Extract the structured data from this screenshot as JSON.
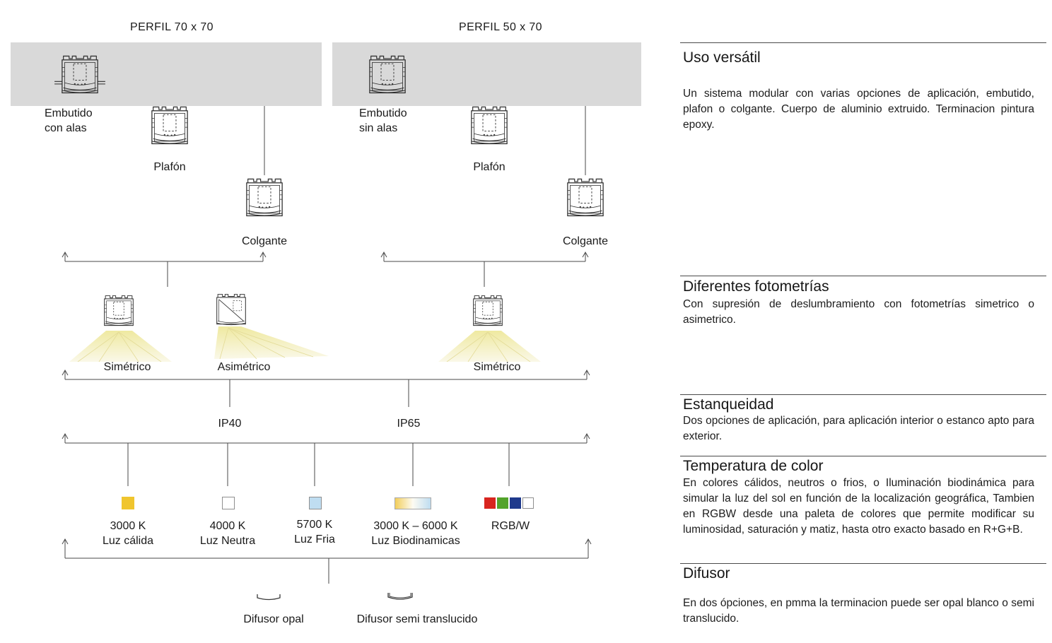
{
  "diagram": {
    "col1": {
      "title": "PERFIL 70 x 70",
      "embutido": {
        "line1": "Embutido",
        "line2": "con alas"
      },
      "plafon": "Plafón",
      "colgante": "Colgante",
      "sym": "Simétrico",
      "asym": "Asimétrico"
    },
    "col2": {
      "title": "PERFIL 50 x 70",
      "embutido": {
        "line1": "Embutido",
        "line2": "sin alas"
      },
      "plafon": "Plafón",
      "colgante": "Colgante",
      "sym": "Simétrico"
    },
    "ip": [
      "IP40",
      "IP65"
    ],
    "temps": [
      {
        "k": "3000 K",
        "name": "Luz cálida",
        "color": "#F0C52E"
      },
      {
        "k": "4000 K",
        "name": "Luz Neutra",
        "color": "#FFFFFF"
      },
      {
        "k": "5700 K",
        "name": "Luz Fria",
        "color": "#BFDDF1"
      },
      {
        "k": "3000 K – 6000 K",
        "name": "Luz Biodinamicas",
        "gradient": [
          "#F2CE5A",
          "#FDFBF2",
          "#BFDDF1"
        ]
      },
      {
        "k": "RGB/W",
        "colors": [
          "#D8251F",
          "#53A32B",
          "#1F3A8C",
          "#FFFFFF"
        ]
      }
    ],
    "diffusers": [
      "Difusor opal",
      "Difusor semi translucido"
    ]
  },
  "panel": {
    "sections": [
      {
        "title": "Uso versátil",
        "body": "Un sistema modular con varias opciones de aplicación, embutido, plafon o colgante. Cuerpo de aluminio extruido. Terminacion pintura epoxy."
      },
      {
        "title": "Diferentes fotometrías",
        "body": "Con supresión de deslumbramiento con fotometrías simetrico o asimetrico."
      },
      {
        "title": "Estanqueidad",
        "body": "Dos opciones de aplicación, para aplicación interior o estanco apto para exterior."
      },
      {
        "title": "Temperatura de color",
        "body": "En colores cálidos, neutros o frios, o Iluminación biodinámica para simular la luz del sol en función de la localización geográfica, Tambien en RGBW desde una paleta de colores que permite modificar su luminosidad, saturación y matiz, hasta otro exacto basado en R+G+B."
      },
      {
        "title": "Difusor",
        "body": "En dos ópciones, en pmma la terminacion puede ser opal blanco o semi translucido."
      }
    ]
  }
}
